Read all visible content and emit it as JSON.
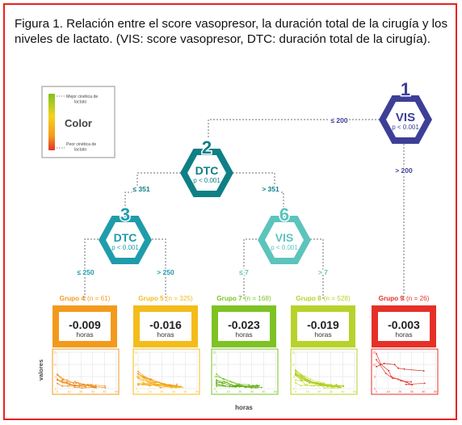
{
  "caption": "Figura 1. Relación entre el score vasopresor, la duración total de la cirugía y los niveles de lactato. (VIS: score vasopresor, DTC: duración total de la cirugía).",
  "legend": {
    "top_label": "Mejor cinética de lactato",
    "center_label": "Color",
    "bottom_label": "Peor cinética de lactato"
  },
  "colors": {
    "node1": "#3d3f97",
    "node2": "#0f7f86",
    "node3": "#1f9cab",
    "node6": "#5cc4bc",
    "group4": "#f39a1d",
    "group5": "#f4bc1a",
    "group7": "#7ec224",
    "group8": "#b7d22a",
    "group9": "#e53028"
  },
  "nodes": [
    {
      "id": "1",
      "label": "VIS",
      "p": "p < 0.001"
    },
    {
      "id": "2",
      "label": "DTC",
      "p": "p < 0.001"
    },
    {
      "id": "3",
      "label": "DTC",
      "p": "p < 0.001"
    },
    {
      "id": "6",
      "label": "VIS",
      "p": "p < 0.001"
    }
  ],
  "edge_labels": {
    "n1_left": "≤ 200",
    "n1_right": "> 200",
    "n2_left": "≤ 351",
    "n2_right": "> 351",
    "n3_left": "≤ 250",
    "n3_right": "> 250",
    "n6_left": "≤ 7",
    "n6_right": "> 7"
  },
  "groups": [
    {
      "name": "Grupo 4",
      "n": "(n = 61)",
      "value": "-0.009",
      "unit": "horas"
    },
    {
      "name": "Grupo 5",
      "n": "(n = 325)",
      "value": "-0.016",
      "unit": "horas"
    },
    {
      "name": "Grupo 7",
      "n": "(n = 168)",
      "value": "-0.023",
      "unit": "horas"
    },
    {
      "name": "Grupo 8",
      "n": "(n = 528)",
      "value": "-0.019",
      "unit": "horas"
    },
    {
      "name": "Grupo 9",
      "n": "(n = 26)",
      "value": "-0.003",
      "unit": "horas"
    }
  ],
  "mini_chart": {
    "y_ticks": [
      "15",
      "10",
      "5",
      "0"
    ],
    "x_ticks": [
      "0",
      "10",
      "20",
      "30",
      "40",
      "50"
    ],
    "y_label": "valores",
    "x_label": "horas"
  }
}
